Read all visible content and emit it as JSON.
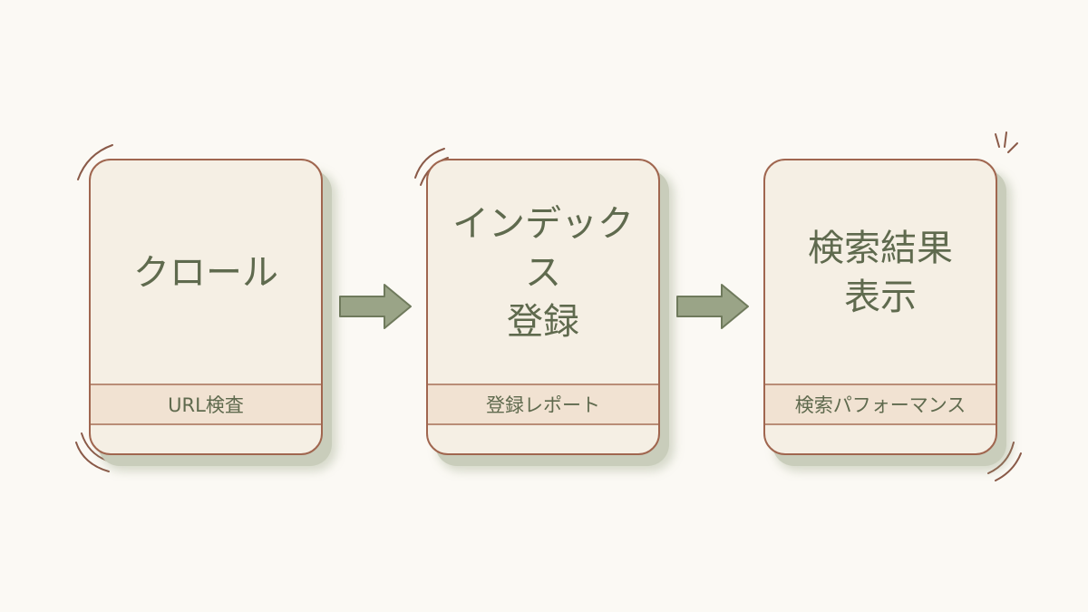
{
  "steps": [
    {
      "title_lines": [
        "クロール"
      ],
      "tool": "URL検査"
    },
    {
      "title_lines": [
        "インデックス",
        "登録"
      ],
      "tool": "登録レポート"
    },
    {
      "title_lines": [
        "検索結果",
        "表示"
      ],
      "tool": "検索パフォーマンス"
    }
  ],
  "colors": {
    "background": "#fbf9f4",
    "card_fill": "#f5efe4",
    "card_border": "#a0664f",
    "band_fill": "#f1e2d2",
    "text": "#5f6a4e",
    "arrow_fill": "#9aa487",
    "arrow_stroke": "#6f7a5c",
    "shadow": "#c9cdbb"
  },
  "icons": {
    "arrow": "right-arrow-icon",
    "accent": "motion-lines-icon"
  }
}
